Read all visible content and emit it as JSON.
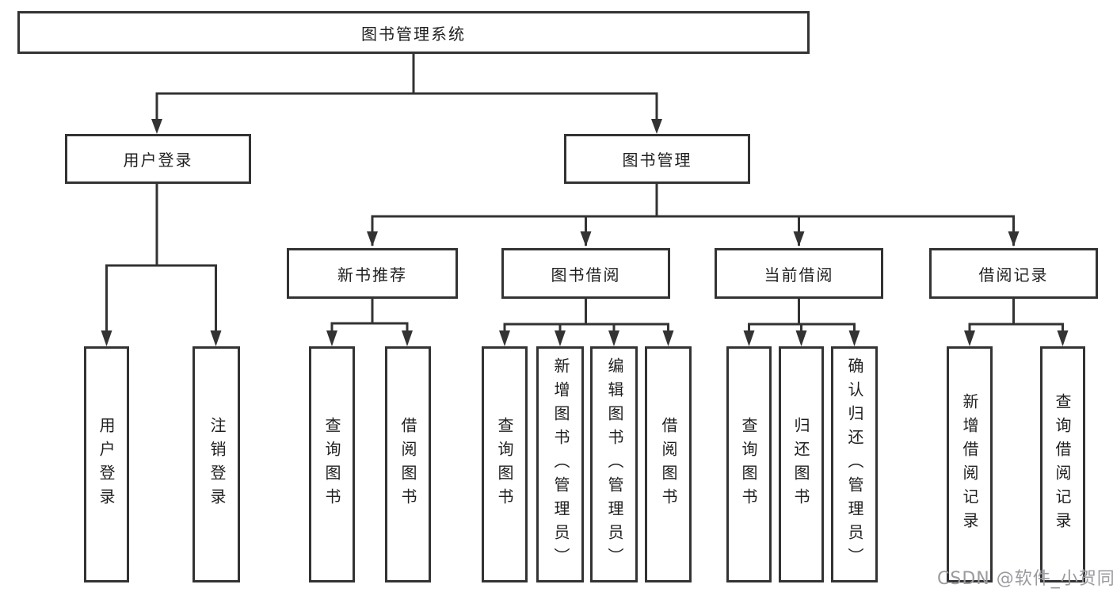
{
  "colors": {
    "line": "#333333",
    "box_border": "#333333",
    "text": "#1f1f1f",
    "background": "#ffffff",
    "watermark": "#9a9a9f"
  },
  "tree": {
    "root": {
      "label": "图书管理系统"
    },
    "branches": [
      {
        "label": "用户登录",
        "children": [
          {
            "label": "用户登录"
          },
          {
            "label": "注销登录"
          }
        ]
      },
      {
        "label": "图书管理",
        "children": [
          {
            "label": "新书推荐",
            "children": [
              {
                "label": "查询图书"
              },
              {
                "label": "借阅图书"
              }
            ]
          },
          {
            "label": "图书借阅",
            "children": [
              {
                "label": "查询图书"
              },
              {
                "label": "新增图书（管理员）"
              },
              {
                "label": "编辑图书（管理员）"
              },
              {
                "label": "借阅图书"
              }
            ]
          },
          {
            "label": "当前借阅",
            "children": [
              {
                "label": "查询图书"
              },
              {
                "label": "归还图书"
              },
              {
                "label": "确认归还（管理员）"
              }
            ]
          },
          {
            "label": "借阅记录",
            "children": [
              {
                "label": "新增借阅记录"
              },
              {
                "label": "查询借阅记录"
              }
            ]
          }
        ]
      }
    ]
  },
  "watermark": {
    "text": "CSDN @软件_小贺同学"
  }
}
